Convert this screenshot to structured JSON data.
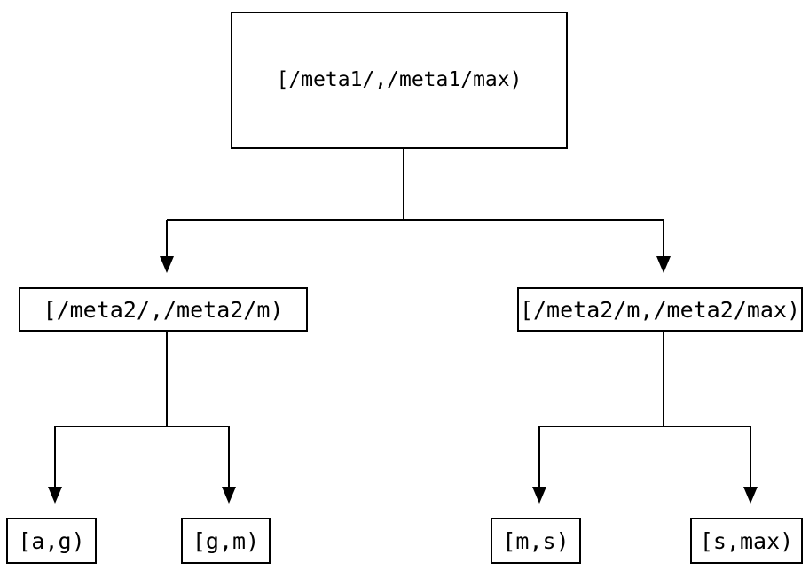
{
  "diagram": {
    "type": "binary-interval-tree",
    "colors": {
      "background": "#ffffff",
      "line": "#000000",
      "node_fill": "#ffffff",
      "node_border": "#000000",
      "text": "#000000"
    },
    "nodes": {
      "root": {
        "label": "[/meta1/,/meta1/max)",
        "level": 0
      },
      "left_child": {
        "label": "[/meta2/,/meta2/m)",
        "level": 1
      },
      "right_child": {
        "label": "[/meta2/m,/meta2/max)",
        "level": 1
      },
      "leaf_ag": {
        "label": "[a,g)",
        "level": 2
      },
      "leaf_gm": {
        "label": "[g,m)",
        "level": 2
      },
      "leaf_ms": {
        "label": "[m,s)",
        "level": 2
      },
      "leaf_smax": {
        "label": "[s,max)",
        "level": 2
      }
    },
    "edges": [
      {
        "from": "root",
        "to": "left_child",
        "arrow": "down"
      },
      {
        "from": "root",
        "to": "right_child",
        "arrow": "down"
      },
      {
        "from": "left_child",
        "to": "leaf_ag",
        "arrow": "down"
      },
      {
        "from": "left_child",
        "to": "leaf_gm",
        "arrow": "down"
      },
      {
        "from": "right_child",
        "to": "leaf_ms",
        "arrow": "down"
      },
      {
        "from": "right_child",
        "to": "leaf_smax",
        "arrow": "down"
      }
    ]
  }
}
